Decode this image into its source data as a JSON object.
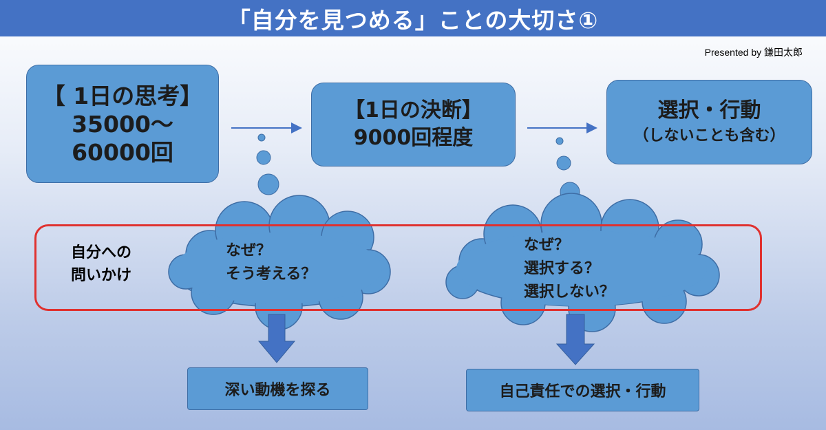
{
  "title": "「自分を見つめる」ことの大切さ①",
  "credit": "Presented by 鎌田太郎",
  "boxes": {
    "thoughts": {
      "line1": "【 1日の思考】",
      "line2": "35000～",
      "line3": "60000回"
    },
    "decisions": {
      "line1": "【1日の決断】",
      "line2": "9000回程度"
    },
    "action": {
      "line1": "選択・行動",
      "line2": "（しないことも含む）"
    },
    "motive": "深い動機を探る",
    "responsibility": "自己責任での選択・行動"
  },
  "question_label": {
    "line1": "自分への",
    "line2": "問いかけ"
  },
  "cloud_left": {
    "line1": "なぜ？",
    "line2": "そう考える？"
  },
  "cloud_right": {
    "line1": "なぜ？",
    "line2": "選択する？",
    "line3": "選択しない？"
  },
  "colors": {
    "title_bar": "#4472c4",
    "box_fill": "#5b9bd5",
    "highlight_border": "#e0312f",
    "arrow": "#4472c4"
  }
}
